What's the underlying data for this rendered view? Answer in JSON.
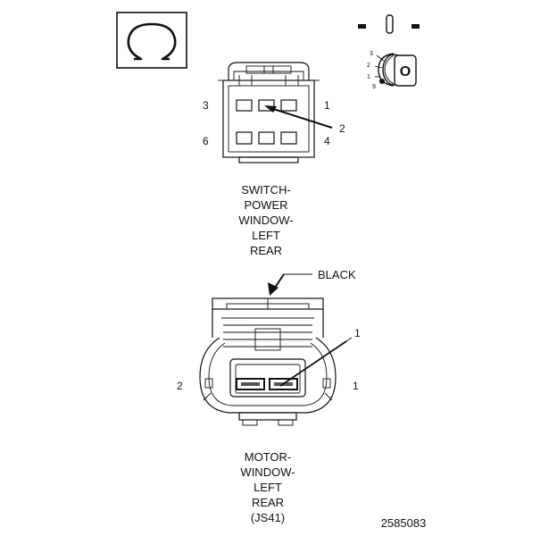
{
  "ohmmeter_icon": {
    "icon": "ohm-symbol-icon",
    "symbol": "Ω"
  },
  "ignition_switch": {
    "icon": "ignition-key-switch-icon",
    "key_letter": "O",
    "positions": [
      "3",
      "2",
      "1",
      "9"
    ]
  },
  "switch_connector": {
    "pins": {
      "p1": "1",
      "p2": "2",
      "p3": "3",
      "p4": "4",
      "p6": "6"
    },
    "label_lines": [
      "SWITCH-",
      "POWER",
      "WINDOW-",
      "LEFT",
      "REAR"
    ]
  },
  "motor_connector": {
    "color_callout": "BLACK",
    "pins": {
      "p1": "1",
      "p2": "2",
      "callout": "1"
    },
    "label_lines": [
      "MOTOR-",
      "WINDOW-",
      "LEFT",
      "REAR",
      "(JS41)"
    ]
  },
  "figure_number": "2585083"
}
